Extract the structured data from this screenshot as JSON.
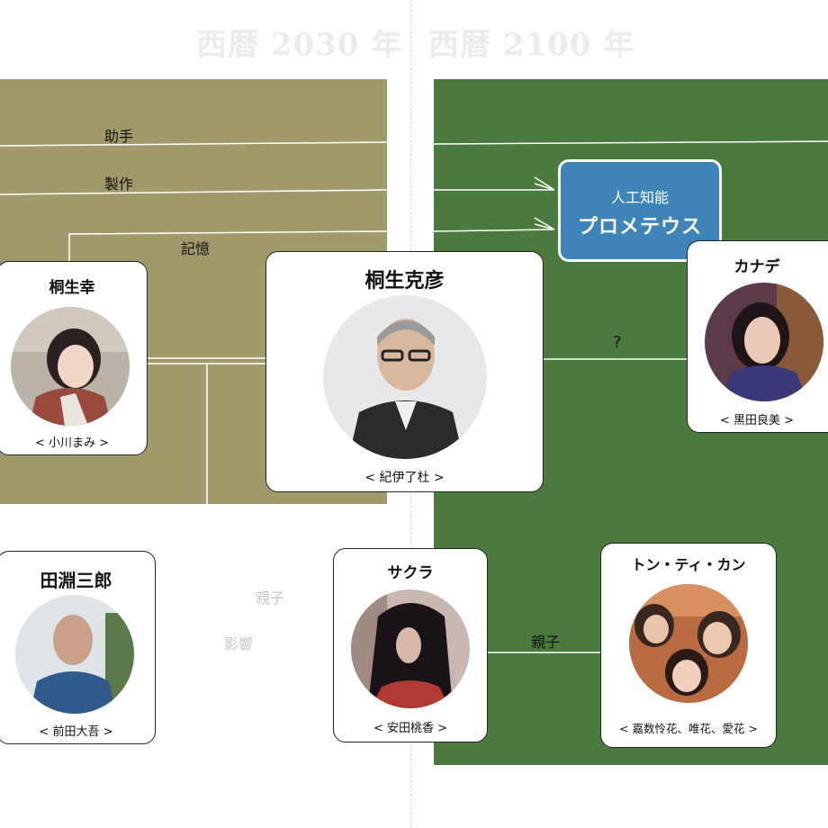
{
  "eras": {
    "left": "西暦 2030 年",
    "right": "西暦 2100 年"
  },
  "relations": {
    "assistant": "助手",
    "production": "製作",
    "memory": "記憶",
    "unknown": "?",
    "parent_child_faint": "親子",
    "influence": "影響",
    "parent_child": "親子"
  },
  "ai": {
    "subtitle": "人工知能",
    "name": "プロメテウス"
  },
  "characters": {
    "kiryu_sachi": {
      "name": "桐生幸",
      "actor": "< 小川まみ >"
    },
    "kiryu_katsuhiko": {
      "name": "桐生克彦",
      "actor": "< 紀伊了杜 >"
    },
    "kanade": {
      "name": "カナデ",
      "actor": "< 黒田良美 >"
    },
    "tabuchi_saburo": {
      "name": "田淵三郎",
      "actor": "< 前田大吾 >"
    },
    "sakura": {
      "name": "サクラ",
      "actor": "< 安田桃香 >"
    },
    "ton_ti_kan": {
      "name": "トン・ティ・カン",
      "actor": "< 嘉数怜花、唯花、愛花 >"
    }
  },
  "colors": {
    "olive": "#a09a6b",
    "green": "#4a7a3e",
    "ai_blue": "#3f84b8"
  }
}
